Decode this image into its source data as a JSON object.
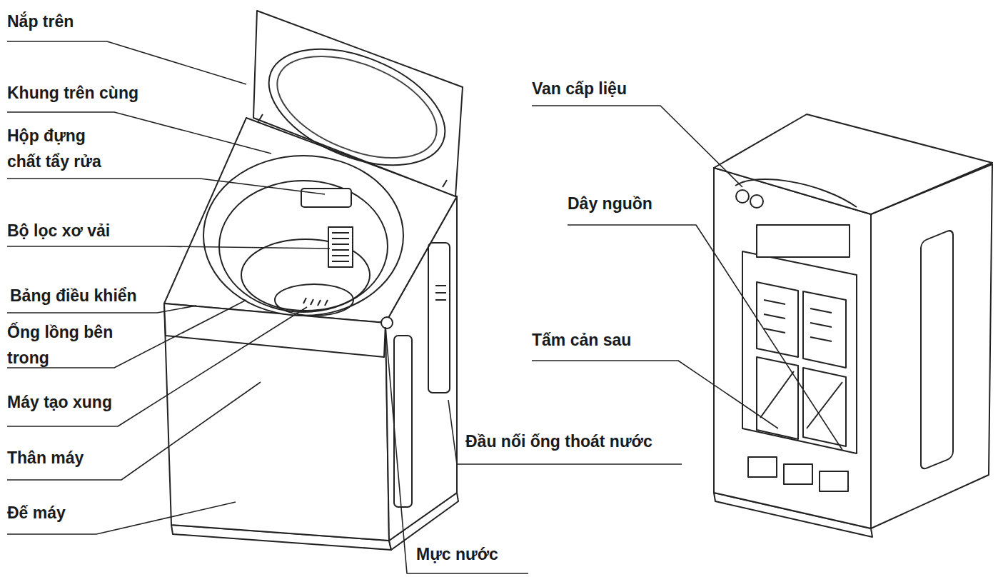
{
  "diagram": {
    "labels": [
      "Nắp trên",
      "Khung trên cùng",
      "Hộp đựng chất tẩy rửa",
      "Bộ lọc xơ vải",
      "Bảng điều khiển",
      "Ống lồng bên trong",
      "Máy tạo xung",
      "Thân máy",
      "Đế máy",
      "Mực nước",
      "Van cấp liệu",
      "Dây nguồn",
      "Tấm cản sau",
      "Đầu nối ống thoát nước"
    ]
  }
}
